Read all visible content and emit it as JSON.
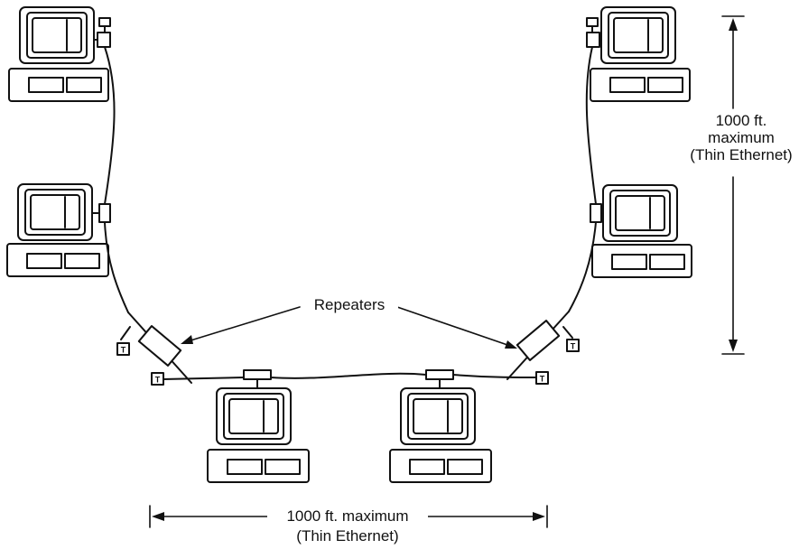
{
  "labels": {
    "repeaters": "Repeaters",
    "vertical_line1": "1000 ft.",
    "vertical_line2": "maximum",
    "vertical_line3": "(Thin Ethernet)",
    "horizontal_line1": "1000 ft. maximum",
    "horizontal_line2": "(Thin Ethernet)",
    "terminator": "T"
  },
  "colors": {
    "ink": "#111111",
    "background": "#ffffff"
  },
  "nodes": {
    "workstations": 6,
    "repeaters": 2,
    "terminators": 4
  }
}
